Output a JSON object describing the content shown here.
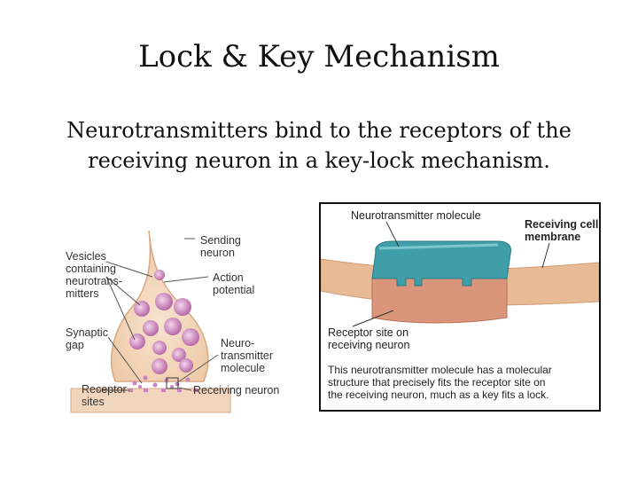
{
  "slide": {
    "title": "Lock & Key Mechanism",
    "subtitle": "Neurotransmitters bind to the receptors of the receiving neuron in a key-lock mechanism."
  },
  "left_figure": {
    "labels": {
      "sending_neuron_1": "Sending",
      "sending_neuron_2": "neuron",
      "vesicles_1": "Vesicles",
      "vesicles_2": "containing",
      "vesicles_3": "neurotrans-",
      "vesicles_4": "mitters",
      "action_1": "Action",
      "action_2": "potential",
      "synaptic_1": "Synaptic",
      "synaptic_2": "gap",
      "nt_1": "Neuro-",
      "nt_2": "transmitter",
      "nt_3": "molecule",
      "receptor_1": "Receptor",
      "receptor_2": "sites",
      "receiving_neuron": "Receiving neuron"
    }
  },
  "right_figure": {
    "labels": {
      "nt_molecule": "Neurotransmitter molecule",
      "membrane_1": "Receiving cell",
      "membrane_2": "membrane",
      "receptor_1": "Receptor site on",
      "receptor_2": "receiving neuron",
      "caption_1": "This neurotransmitter molecule has a molecular",
      "caption_2": "structure that precisely fits the receptor site on",
      "caption_3": "the receiving neuron, much as a key fits a lock."
    },
    "colors": {
      "molecule": "#3f9ea8",
      "receptor": "#d9967a",
      "membrane": "#e6b48c"
    }
  }
}
